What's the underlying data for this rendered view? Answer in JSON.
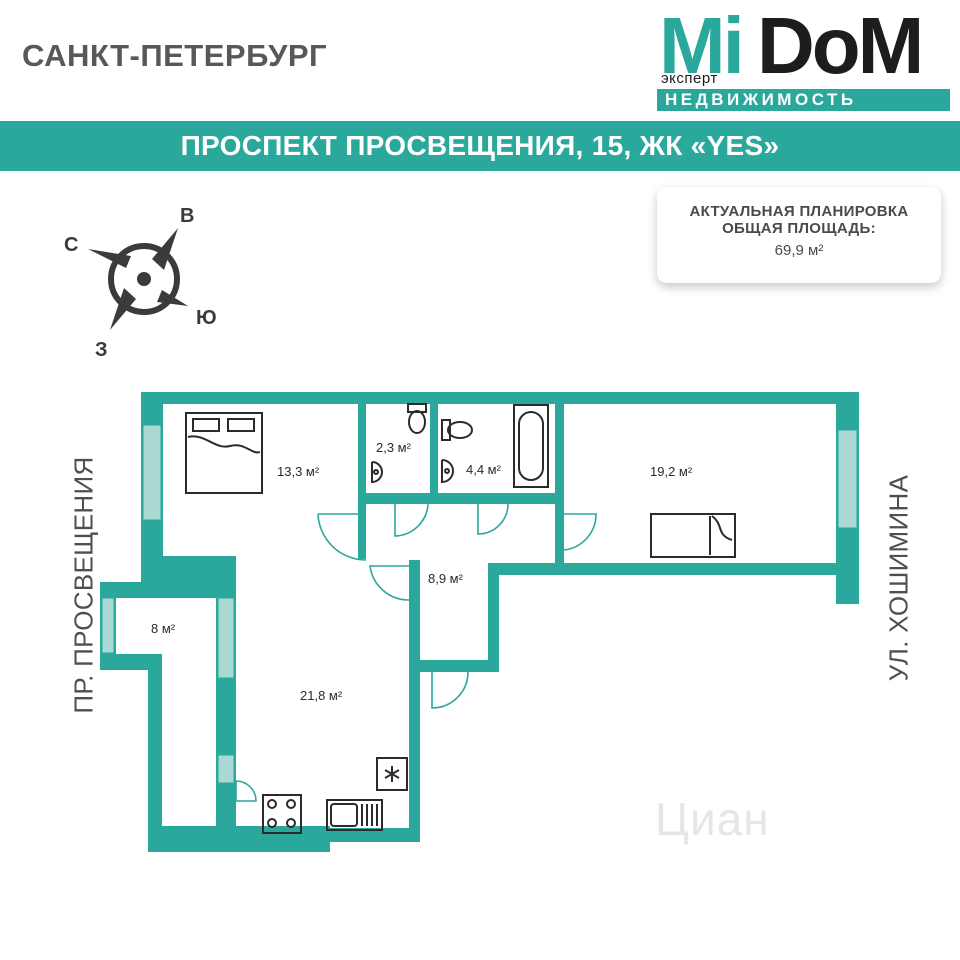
{
  "header": {
    "city": "САНКТ-ПЕТЕРБУРГ",
    "address": "ПРОСПЕКТ ПРОСВЕЩЕНИЯ, 15, ЖК «YES»"
  },
  "logo": {
    "part1": "Mi",
    "part2": "DoM",
    "subtitle": "эксперт",
    "bar_text": "НЕДВИЖИМОСТЬ",
    "accent_color": "#2aa89c",
    "dark_color": "#1d1d1d"
  },
  "info_box": {
    "line1": "АКТУАЛЬНАЯ ПЛАНИРОВКА",
    "line2": "ОБЩАЯ ПЛОЩАДЬ:",
    "line3": "69,9 м²"
  },
  "compass": {
    "north": "С",
    "east": "В",
    "south": "Ю",
    "west": "З"
  },
  "streets": {
    "left": "ПР. ПРОСВЕЩЕНИЯ",
    "right": "УЛ. ХОШИМИНА"
  },
  "rooms": [
    {
      "label": "13,3 м²"
    },
    {
      "label": "2,3 м²"
    },
    {
      "label": "4,4 м²"
    },
    {
      "label": "19,2 м²"
    },
    {
      "label": "8,9 м²"
    },
    {
      "label": "8 м²"
    },
    {
      "label": "21,8 м²"
    }
  ],
  "watermark": "Циан",
  "colors": {
    "wall": "#2aa89c",
    "window": "#a9d9d2"
  }
}
